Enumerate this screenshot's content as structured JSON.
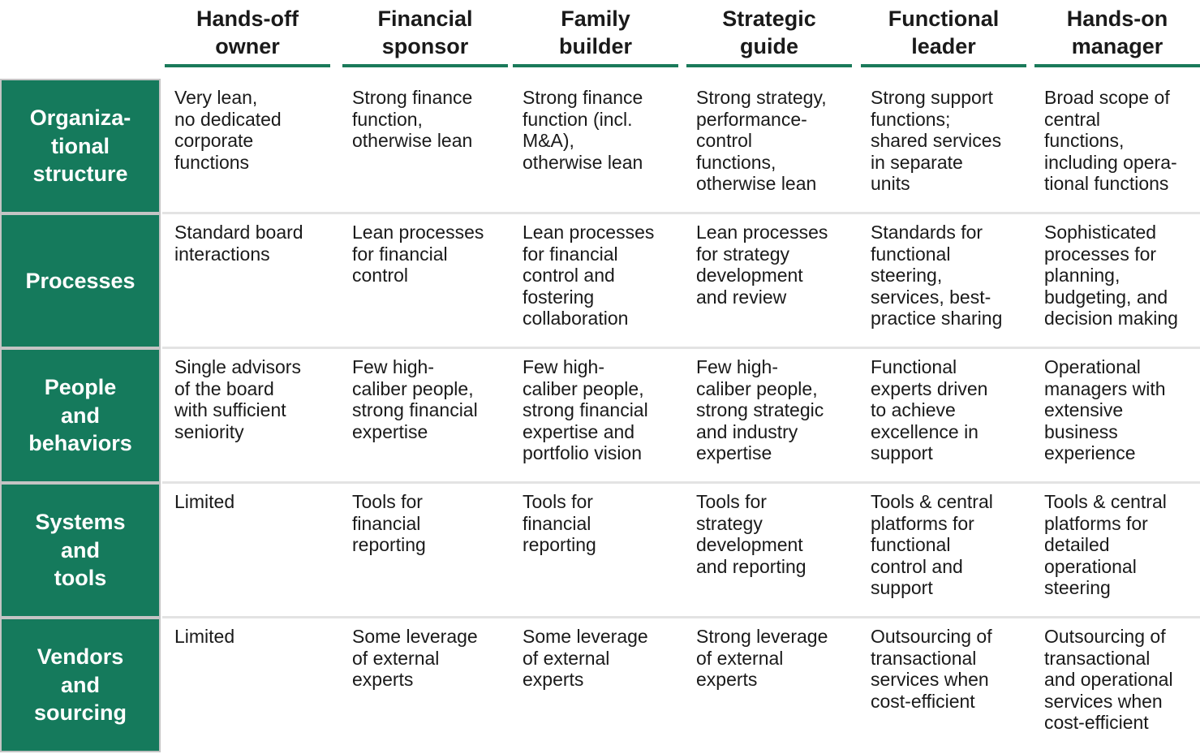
{
  "columns": [
    "Hands-off\nowner",
    "Financial\nsponsor",
    "Family\nbuilder",
    "Strategic\nguide",
    "Functional\nleader",
    "Hands-on\nmanager"
  ],
  "rows": [
    {
      "label": "Organiza-\ntional\nstructure",
      "cells": [
        "Very lean,\nno dedicated\ncorporate\nfunctions",
        "Strong finance\nfunction,\notherwise lean",
        "Strong finance\nfunction (incl.\nM&A),\notherwise lean",
        "Strong strategy,\nperformance-\ncontrol\nfunctions,\notherwise lean",
        "Strong support\nfunctions;\nshared services\nin separate\nunits",
        "Broad scope of\ncentral\nfunctions,\nincluding opera-\ntional functions"
      ]
    },
    {
      "label": "Processes",
      "cells": [
        "Standard board\ninteractions",
        "Lean processes\nfor financial\ncontrol",
        "Lean processes\nfor financial\ncontrol and\nfostering\ncollaboration",
        "Lean processes\nfor strategy\ndevelopment\nand review",
        "Standards for\nfunctional\nsteering,\nservices, best-\npractice sharing",
        "Sophisticated\nprocesses for\nplanning,\nbudgeting, and\ndecision making"
      ]
    },
    {
      "label": "People\nand\nbehaviors",
      "cells": [
        "Single advisors\nof the board\nwith sufficient\nseniority",
        "Few high-\ncaliber people,\nstrong financial\nexpertise",
        "Few high-\ncaliber people,\nstrong financial\nexpertise and\nportfolio vision",
        "Few high-\ncaliber people,\nstrong strategic\nand industry\nexpertise",
        "Functional\nexperts driven\nto achieve\nexcellence in\nsupport",
        "Operational\nmanagers with\nextensive\nbusiness\nexperience"
      ]
    },
    {
      "label": "Systems\nand\ntools",
      "cells": [
        "Limited",
        "Tools for\nfinancial\nreporting",
        "Tools for\nfinancial\nreporting",
        "Tools for\nstrategy\ndevelopment\nand reporting",
        "Tools & central\nplatforms for\nfunctional\ncontrol and\nsupport",
        "Tools & central\nplatforms for\ndetailed\noperational\nsteering"
      ]
    },
    {
      "label": "Vendors\nand\nsourcing",
      "cells": [
        "Limited",
        "Some leverage\nof external\nexperts",
        "Some leverage\nof external\nexperts",
        "Strong leverage\nof external\nexperts",
        "Outsourcing of\ntransactional\nservices when\ncost-efficient",
        "Outsourcing of\ntransactional\nand operational\nservices when\ncost-efficient"
      ]
    }
  ],
  "colors": {
    "label_bg": "#157a5c",
    "header_rule": "#1a7a5a",
    "row_rule": "#e3e3e3",
    "text": "#1a1a1a"
  }
}
